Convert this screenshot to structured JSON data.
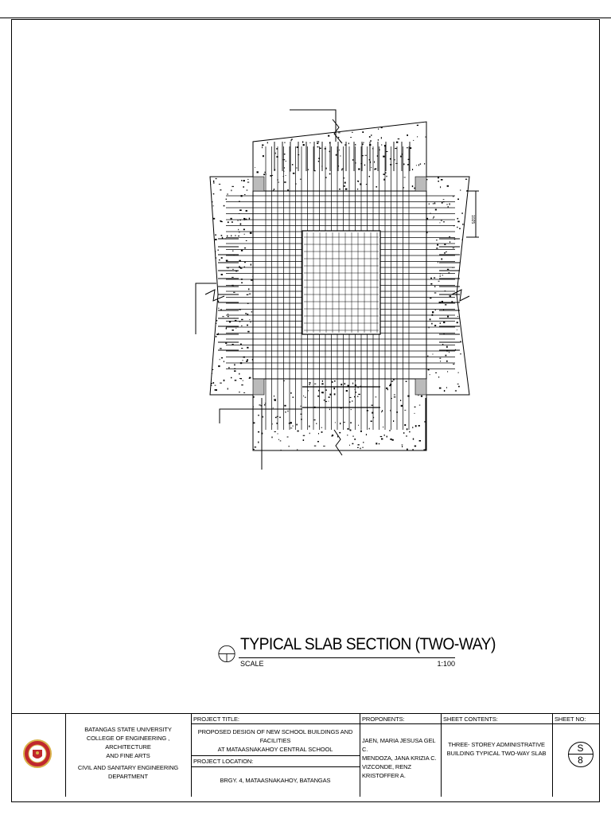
{
  "drawing": {
    "title": "TYPICAL SLAB SECTION (TWO-WAY)",
    "scale_label": "SCALE",
    "scale_value": "1:100",
    "dimension_label": "1025"
  },
  "title_block": {
    "university": {
      "line1": "BATANGAS STATE UNIVERSITY",
      "line2": "COLLEGE OF ENGINEERING , ARCHITECTURE",
      "line3": "AND FINE ARTS",
      "line4": "CIVIL AND SANITARY ENGINEERING",
      "line5": "DEPARTMENT"
    },
    "project_title_label": "PROJECT TITLE:",
    "project_title_line1": "PROPOSED DESIGN OF NEW SCHOOL BUILDINGS AND FACILITIES",
    "project_title_line2": "AT MATAASNAKAHOY CENTRAL SCHOOL",
    "project_location_label": "PROJECT LOCATION:",
    "project_location": "BRGY. 4, MATAASNAKAHOY, BATANGAS",
    "proponents_label": "PROPONENTS:",
    "proponents": [
      "JAEN, MARIA JESUSA GEL C.",
      "MENDOZA, JANA KRIZIA C.",
      "VIZCONDE, RENZ KRISTOFFER A."
    ],
    "sheet_contents_label": "SHEET CONTENTS:",
    "sheet_contents_line1": "THREE- STOREY ADMINISTRATIVE",
    "sheet_contents_line2": "BUILDING TYPICAL TWO-WAY SLAB",
    "sheet_no_label": "SHEET NO:",
    "sheet_letter": "S",
    "sheet_number": "8"
  },
  "colors": {
    "line": "#000000",
    "seal_red": "#c0272d",
    "seal_gold": "#d8b24a"
  }
}
